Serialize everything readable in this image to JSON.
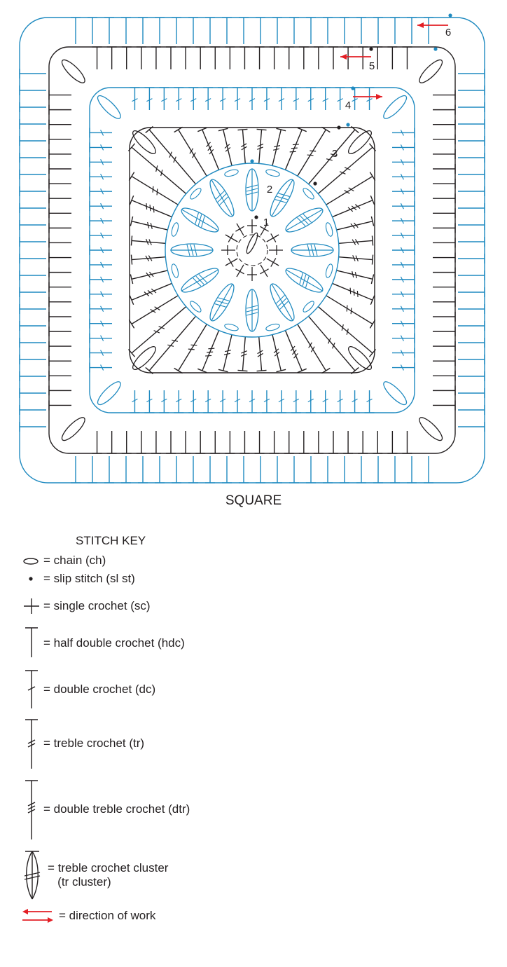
{
  "diagram": {
    "caption": "SQUARE",
    "round_labels": [
      "1",
      "2",
      "3",
      "4",
      "5",
      "6"
    ],
    "colors": {
      "black": "#231f20",
      "blue": "#1f8ac0",
      "red": "#e31e24"
    }
  },
  "stitch_key": {
    "title": "STITCH KEY",
    "items": [
      {
        "id": "ch",
        "symbol": "chain-icon",
        "label": "= chain (ch)"
      },
      {
        "id": "slst",
        "symbol": "slip-stitch-icon",
        "label": "= slip stitch (sl st)"
      },
      {
        "id": "sc",
        "symbol": "single-crochet-icon",
        "label": "= single crochet (sc)"
      },
      {
        "id": "hdc",
        "symbol": "half-double-crochet-icon",
        "label": "= half double crochet (hdc)"
      },
      {
        "id": "dc",
        "symbol": "double-crochet-icon",
        "label": "= double crochet (dc)"
      },
      {
        "id": "tr",
        "symbol": "treble-crochet-icon",
        "label": "= treble crochet (tr)"
      },
      {
        "id": "dtr",
        "symbol": "double-treble-crochet-icon",
        "label": "= double treble crochet (dtr)"
      },
      {
        "id": "trcl",
        "symbol": "treble-cluster-icon",
        "label": "= treble crochet cluster\n   (tr cluster)"
      },
      {
        "id": "dir",
        "symbol": "direction-arrows-icon",
        "label": "= direction of work"
      }
    ]
  }
}
